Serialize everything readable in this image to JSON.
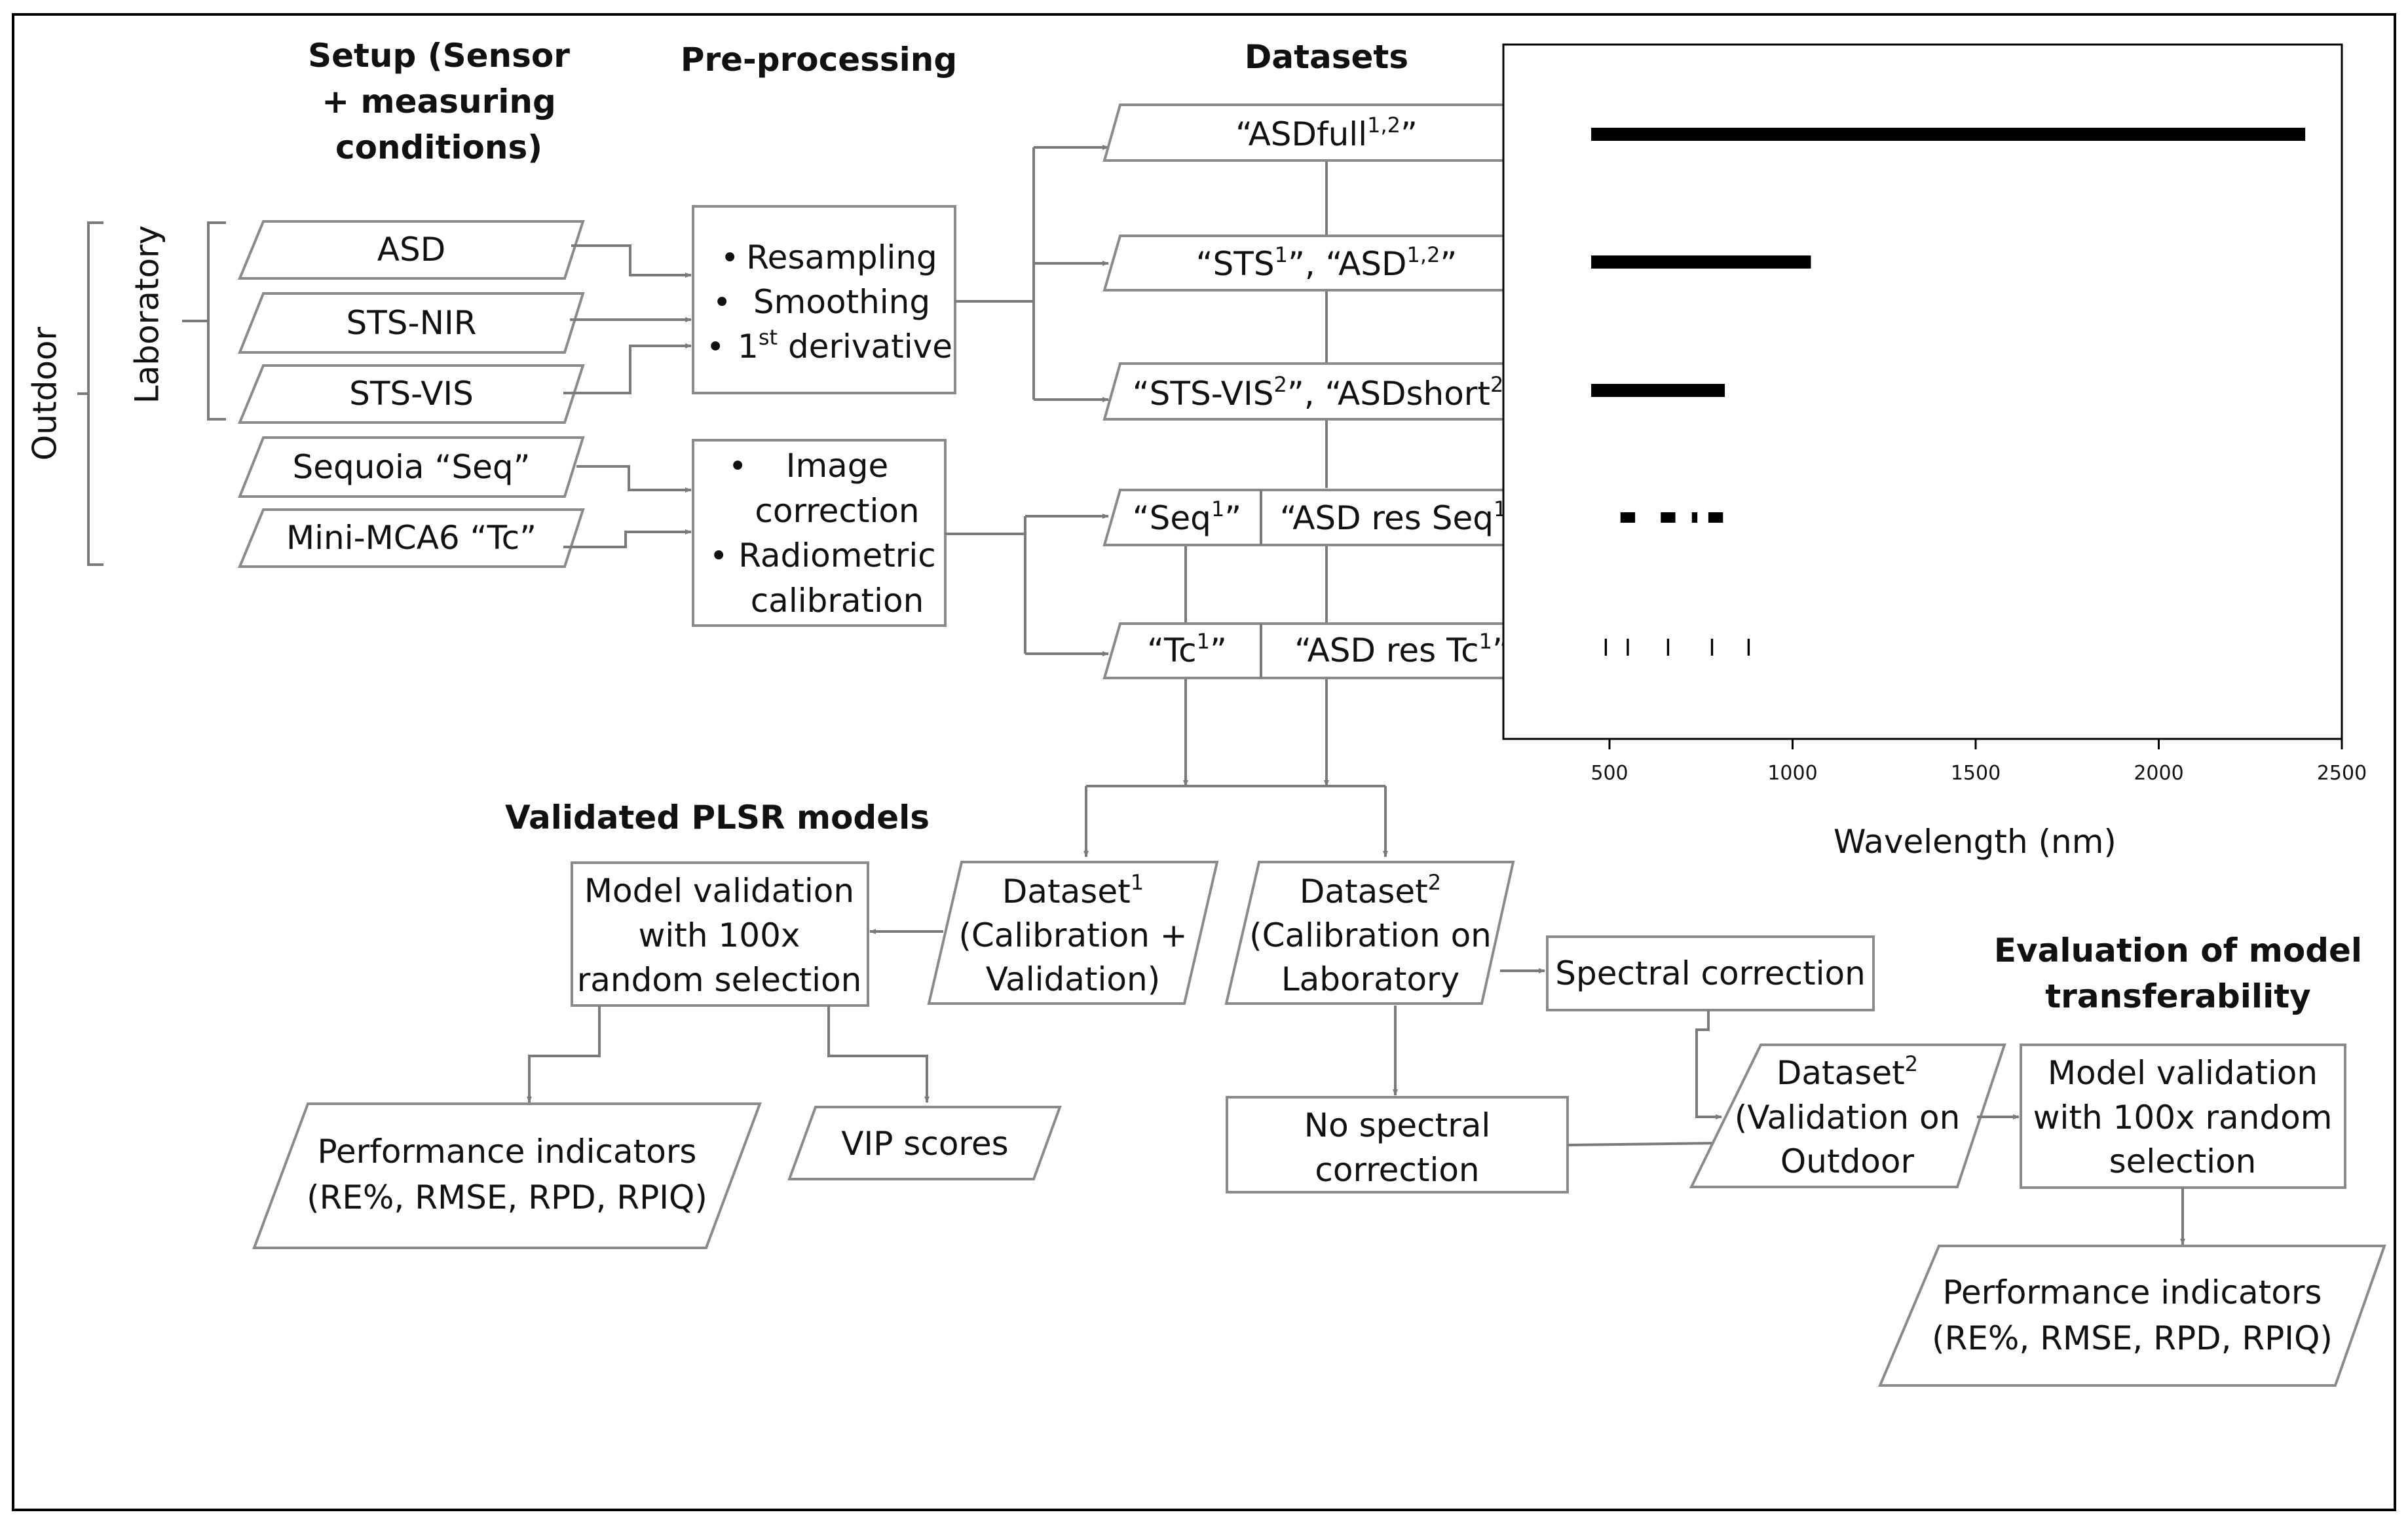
{
  "headings": {
    "setup": [
      "Setup (Sensor",
      "+ measuring",
      "conditions)"
    ],
    "preprocessing": "Pre-processing",
    "datasets": "Datasets",
    "validated": "Validated PLSR models",
    "evaluation": [
      "Evaluation of model",
      "transferability"
    ]
  },
  "conditions": {
    "outdoor": "Outdoor",
    "laboratory": "Laboratory"
  },
  "sensors": {
    "asd": "ASD",
    "sts_nir": "STS-NIR",
    "sts_vis": "STS-VIS",
    "sequoia": "Sequoia “Seq”",
    "minimca": "Mini-MCA6 “Tc”"
  },
  "preproc1": {
    "bullet": "•",
    "item1": "Resampling",
    "item2": "Smoothing",
    "item3_pre": "1",
    "item3_sup": "st",
    "item3_post": " derivative"
  },
  "preproc2": {
    "bullet": "•",
    "item1a": "Image",
    "item1b": "correction",
    "item2a": "Radiometric",
    "item2b": "calibration"
  },
  "ds": {
    "asdfull": {
      "pre": "“ASDfull",
      "sup": "1,2",
      "post": "”"
    },
    "sts": {
      "a": "“STS",
      "a_sup": "1",
      "b": "”,  “ASD",
      "b_sup": "1,2",
      "c": "”"
    },
    "stsvis": {
      "a": "“STS-VIS",
      "a_sup": "2",
      "b": "”,  “ASDshort",
      "b_sup": "2",
      "c": "”"
    },
    "seq": {
      "pre": "“Seq",
      "sup": "1",
      "post": "”"
    },
    "asdresseq": {
      "pre": "“ASD res Seq",
      "sup": "1",
      "post": "”"
    },
    "tc": {
      "pre": "“Tc",
      "sup": "1",
      "post": "”"
    },
    "asdrestc": {
      "pre": "“ASD res Tc",
      "sup": "1",
      "post": "”"
    }
  },
  "dataset1": {
    "l1": "Dataset",
    "l1_sup": "1",
    "l2": "(Calibration +",
    "l3": "Validation)"
  },
  "dataset2_lab": {
    "l1": "Dataset",
    "l1_sup": "2",
    "l2": "(Calibration on",
    "l3": "Laboratory"
  },
  "model_val_1": [
    "Model validation",
    "with 100x",
    "random selection"
  ],
  "perf_1": [
    "Performance indicators",
    "(RE%, RMSE, RPD, RPIQ)"
  ],
  "vip": "VIP scores",
  "spectral_corr": "Spectral correction",
  "no_spectral_corr": [
    "No spectral",
    "correction"
  ],
  "dataset2_out": {
    "l1": "Dataset",
    "l1_sup": "2",
    "l2": "(Validation on",
    "l3": "Outdoor"
  },
  "model_val_2": [
    "Model validation",
    "with 100x random",
    "selection"
  ],
  "perf_2": [
    "Performance indicators",
    "(RE%, RMSE, RPD, RPIQ)"
  ],
  "chart_data": {
    "type": "bar",
    "orientation": "horizontal",
    "xlabel": "Wavelength (nm)",
    "xlim": [
      200,
      2600
    ],
    "xticks": [
      500,
      1000,
      1500,
      2000,
      2500
    ],
    "rows": [
      {
        "dataset": "ASDfull",
        "segments": [
          [
            450,
            2400
          ]
        ],
        "weight": 20
      },
      {
        "dataset": "STS / ASD",
        "segments": [
          [
            450,
            1050
          ]
        ],
        "weight": 20
      },
      {
        "dataset": "STS-VIS / ASDshort",
        "segments": [
          [
            450,
            815
          ]
        ],
        "weight": 20
      },
      {
        "dataset": "Seq / ASD res Seq",
        "segments": [
          [
            530,
            570
          ],
          [
            640,
            680
          ],
          [
            725,
            740
          ],
          [
            770,
            810
          ]
        ],
        "weight": 16
      },
      {
        "dataset": "Tc / ASD res Tc",
        "segments": [
          [
            487,
            493
          ],
          [
            547,
            553
          ],
          [
            657,
            663
          ],
          [
            777,
            783
          ],
          [
            877,
            883
          ]
        ],
        "weight": 26
      }
    ]
  }
}
